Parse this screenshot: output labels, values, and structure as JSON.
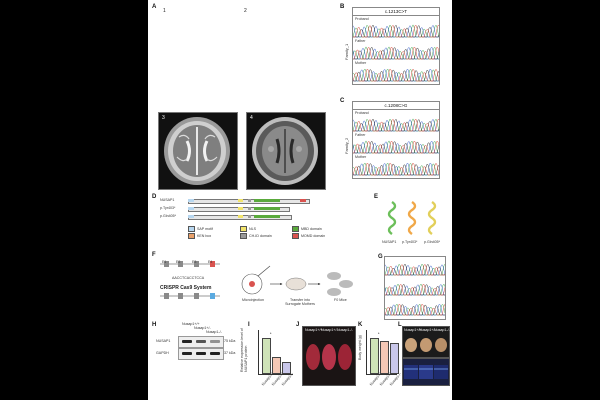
{
  "panels": {
    "A": {
      "label": "A",
      "num1": "1",
      "num2": "2",
      "num3": "3",
      "num4": "4"
    },
    "B": {
      "label": "B",
      "mutation": "c.1213C>T",
      "family": "Family_1",
      "rows": [
        "Proband",
        "Father",
        "Mother"
      ]
    },
    "C": {
      "label": "C",
      "mutation": "c.1208C>G",
      "family": "Family_2",
      "rows": [
        "Proband",
        "Father",
        "Mother"
      ]
    },
    "D": {
      "label": "D",
      "constructs": [
        "NUSAP1",
        "p.Tyr403*",
        "p.Gln405*"
      ],
      "legend": [
        {
          "text": "SAP motif",
          "color": "#b7d7f0"
        },
        {
          "text": "NLS",
          "color": "#f2e46b"
        },
        {
          "text": "MBD domain",
          "color": "#5aaa3c"
        },
        {
          "text": "KEN box",
          "color": "#e8a06a"
        },
        {
          "text": "CH-ID domain",
          "color": "#999999"
        },
        {
          "text": "MOMD domain",
          "color": "#d9534f"
        }
      ]
    },
    "E": {
      "label": "E",
      "models": [
        "NUSAP1",
        "p.Tyr403*",
        "p.Gln405*"
      ]
    },
    "F": {
      "label": "F",
      "exons": [
        "E1",
        "E2",
        "E3",
        "E4"
      ],
      "system": "CRISPR Cas9 System",
      "seq": "AACCTCACCTCCA",
      "steps": [
        "Microinjection",
        "Transfer into Surrogate Mothers",
        "F0 Mice"
      ]
    },
    "G": {
      "label": "G"
    },
    "H": {
      "label": "H",
      "genotypes": [
        "Nusap1+/+",
        "Nusap1+/-",
        "Nusap1-/-"
      ],
      "rows": [
        "NUSAP1",
        "GAPDH"
      ],
      "sizes": [
        "75 kDa",
        "37 kDa"
      ]
    },
    "I": {
      "label": "I",
      "ylabel": "Relative expression level of NUSAP1 protein",
      "genotypes": [
        "Nusap1+/+",
        "Nusap1+/-",
        "Nusap1-/-"
      ],
      "values": [
        1.0,
        0.45,
        0.3
      ],
      "colors": [
        "#cfe3b8",
        "#f4c7b5",
        "#c9c7ea"
      ],
      "sig": "*"
    },
    "J": {
      "label": "J",
      "genotypes": [
        "Nusap1+/+",
        "Nusap1+/-",
        "Nusap1-/-"
      ]
    },
    "K": {
      "label": "K",
      "ylabel": "Body weight (g)",
      "genotypes": [
        "Nusap1+/+",
        "Nusap1+/-",
        "Nusap1-/-"
      ],
      "values": [
        1.0,
        0.92,
        0.85
      ],
      "colors": [
        "#cfe3b8",
        "#f4c7b5",
        "#c9c7ea"
      ],
      "sig": "*"
    },
    "L": {
      "label": "L",
      "genotypes": [
        "Nusap1+/+",
        "Nusap1+/-",
        "Nusap1-/-"
      ]
    }
  }
}
